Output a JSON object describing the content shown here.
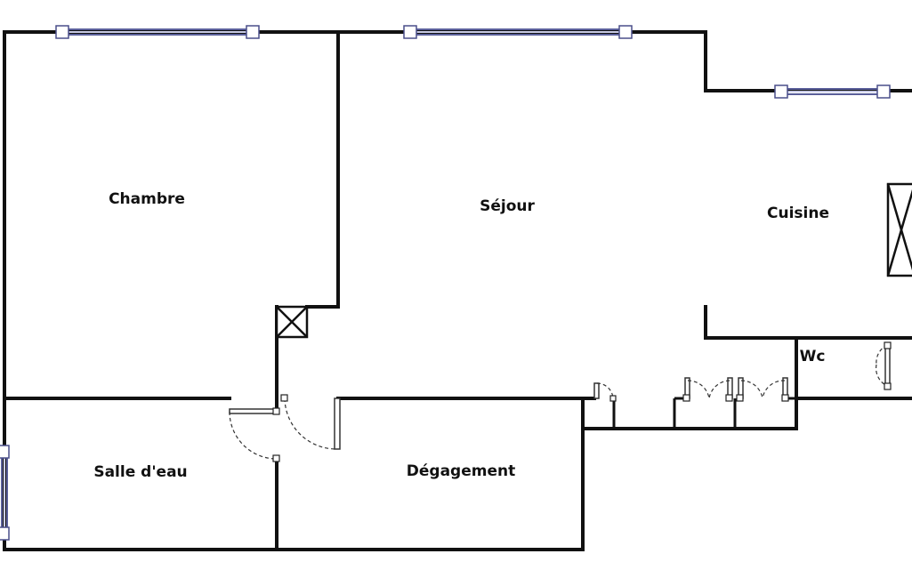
{
  "rooms": {
    "chambre": "Chambre",
    "sejour": "Séjour",
    "cuisine": "Cuisine",
    "wc": "Wc",
    "salle_deau": "Salle d'eau",
    "degagement": "Dégagement"
  },
  "colors": {
    "wall": "#111111",
    "window": "#5a5f9a",
    "background": "#ffffff"
  }
}
